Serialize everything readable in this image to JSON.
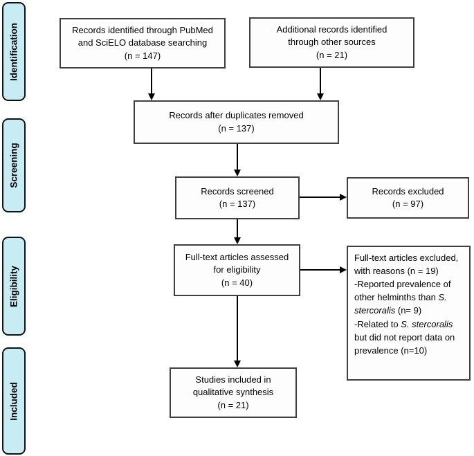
{
  "colors": {
    "stage_fill": "#c7ecf3",
    "box_border": "#3f3f3f",
    "arrow": "#000000"
  },
  "stages": [
    {
      "label": "Identification"
    },
    {
      "label": "Screening"
    },
    {
      "label": "Eligibility"
    },
    {
      "label": "Included"
    }
  ],
  "boxes": {
    "records_identified": {
      "text": "Records identified through PubMed\nand SciELO database searching\n(n = 147)"
    },
    "additional_records": {
      "text": "Additional records identified\nthrough other sources\n(n = 21)"
    },
    "duplicates_removed": {
      "text": "Records after duplicates removed\n(n = 137)"
    },
    "records_screened": {
      "text": "Records screened\n(n = 137)"
    },
    "records_excluded": {
      "text": "Records excluded\n(n = 97)"
    },
    "fulltext_assessed": {
      "text": "Full-text articles assessed\nfor eligibility\n(n = 40)"
    },
    "fulltext_excluded": {
      "segments": [
        {
          "text": "Full-text articles excluded,\nwith reasons (n = 19)\n-Reported prevalence of\nother helminths than ",
          "italic": false
        },
        {
          "text": "S.\nstercoralis",
          "italic": true
        },
        {
          "text": " (n= 9)\n-Related to ",
          "italic": false
        },
        {
          "text": "S. stercoralis",
          "italic": true
        },
        {
          "text": "\nbut did not report data on\nprevalence (n=10)",
          "italic": false
        }
      ]
    },
    "studies_included": {
      "text": "Studies included in\nqualitative synthesis\n(n = 21)"
    }
  }
}
